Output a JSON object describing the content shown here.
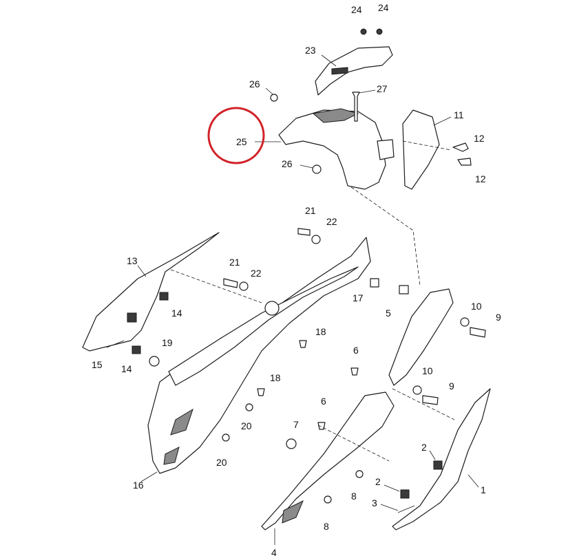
{
  "diagram": {
    "labels": {
      "l1": "1",
      "l2a": "2",
      "l2b": "2",
      "l3": "3",
      "l4": "4",
      "l5": "5",
      "l6a": "6",
      "l6b": "6",
      "l7": "7",
      "l8a": "8",
      "l8b": "8",
      "l9a": "9",
      "l9b": "9",
      "l10a": "10",
      "l10b": "10",
      "l11": "11",
      "l12a": "12",
      "l12b": "12",
      "l13": "13",
      "l14a": "14",
      "l14b": "14",
      "l15": "15",
      "l16": "16",
      "l17": "17",
      "l18a": "18",
      "l18b": "18",
      "l19": "19",
      "l20a": "20",
      "l20b": "20",
      "l21a": "21",
      "l21b": "21",
      "l22a": "22",
      "l22b": "22",
      "l23": "23",
      "l24a": "24",
      "l24b": "24",
      "l25": "25",
      "l26a": "26",
      "l26b": "26",
      "l27": "27"
    },
    "highlight_color": "#d2232a"
  }
}
